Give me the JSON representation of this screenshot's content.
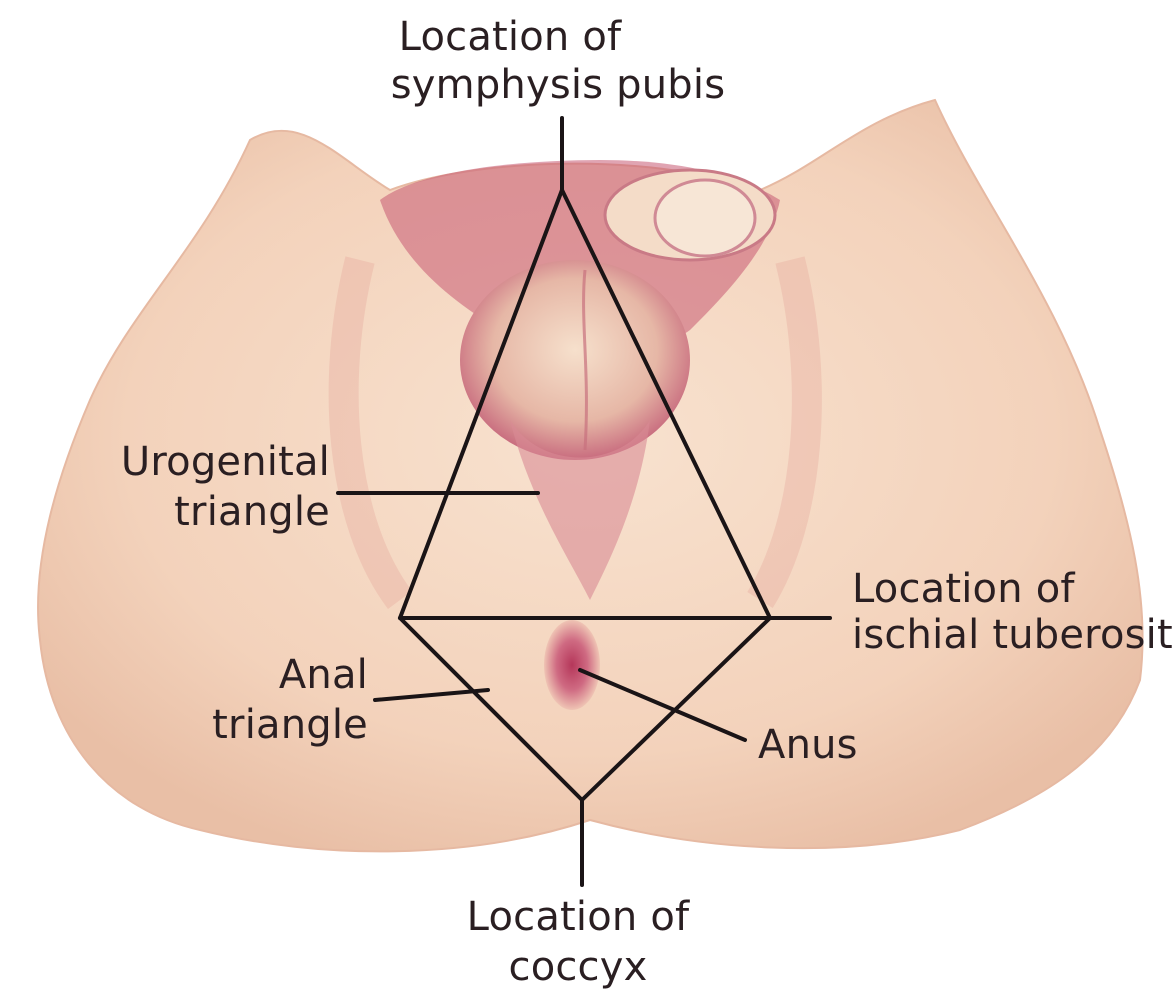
{
  "labels": {
    "symphysis_line1": "Location of",
    "symphysis_line2": "symphysis pubis",
    "urogenital_line1": "Urogenital",
    "urogenital_line2": "triangle",
    "ischial_line1": "Location of",
    "ischial_line2": "ischial tuberosity",
    "anal_line1": "Anal",
    "anal_line2": "triangle",
    "anus": "Anus",
    "coccyx_line1": "Location of",
    "coccyx_line2": "coccyx"
  },
  "colors": {
    "skin": "#f6d9c3",
    "skin_shadow": "#e8b9a4",
    "tissue": "#c75c73",
    "line": "#1a1416",
    "text": "#2a1f22"
  }
}
